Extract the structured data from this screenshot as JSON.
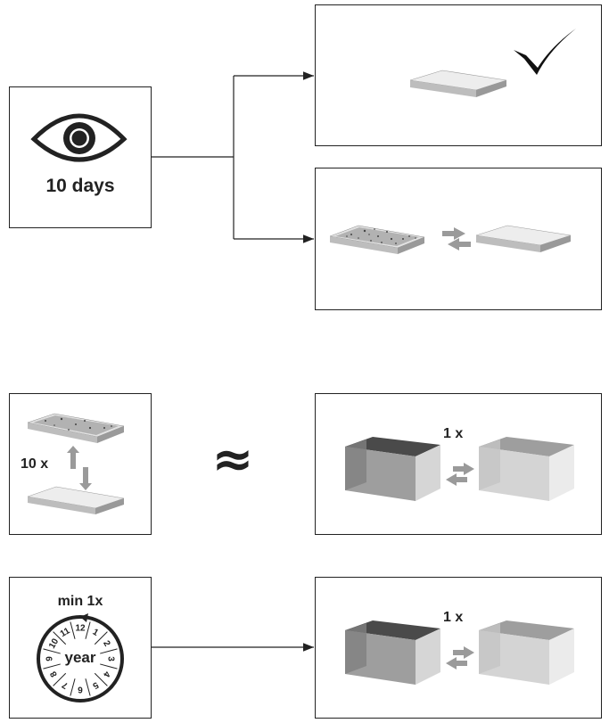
{
  "row1": {
    "duration_label": "10 days"
  },
  "row3": {
    "repeat_left_label": "10 x",
    "repeat_right_label": "1 x",
    "approx_symbol": "≈"
  },
  "row4": {
    "frequency_label": "min 1x",
    "clock_center_label": "year",
    "clock_months": [
      "12",
      "1",
      "2",
      "3",
      "4",
      "5",
      "6",
      "7",
      "8",
      "9",
      "10",
      "11"
    ],
    "repeat_right_label": "1 x"
  }
}
